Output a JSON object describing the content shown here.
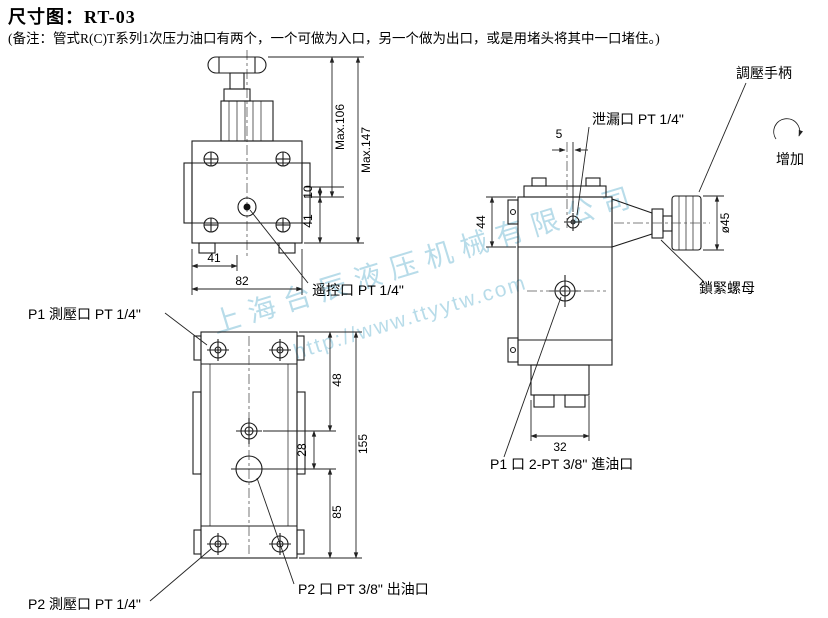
{
  "header": {
    "title": "尺寸图：RT-03",
    "note": "(备注：管式R(C)T系列1次压力油口有两个，一个可做为入口，另一个做为出口，或是用堵头将其中一口堵住。)"
  },
  "watermark": {
    "company": "上海台辰液压机械有限公司",
    "url": "http://www.ttyytw.com"
  },
  "front_view": {
    "dim_max106": "Max.106",
    "dim_max147": "Max.147",
    "dim_10": "10",
    "dim_41_side": "41",
    "dim_41_bottom": "41",
    "dim_82": "82",
    "label_remote": "遥控口 PT 1/4\""
  },
  "top_view": {
    "dim_48": "48",
    "dim_28": "28",
    "dim_155": "155",
    "dim_85": "85",
    "label_p1_gauge": "P1 測壓口 PT 1/4\"",
    "label_p2_gauge": "P2 測壓口 PT 1/4\"",
    "label_p2_out": "P2 口 PT 3/8\" 出油口"
  },
  "side_view": {
    "dim_5": "5",
    "dim_44": "44",
    "dim_32": "32",
    "dim_dia45": "ø45",
    "label_leak": "泄漏口 PT 1/4\"",
    "label_handle": "調壓手柄",
    "label_increase": "增加",
    "label_locknut": "鎖緊螺母",
    "label_p1_in": "P1 口 2-PT 3/8\" 進油口"
  }
}
